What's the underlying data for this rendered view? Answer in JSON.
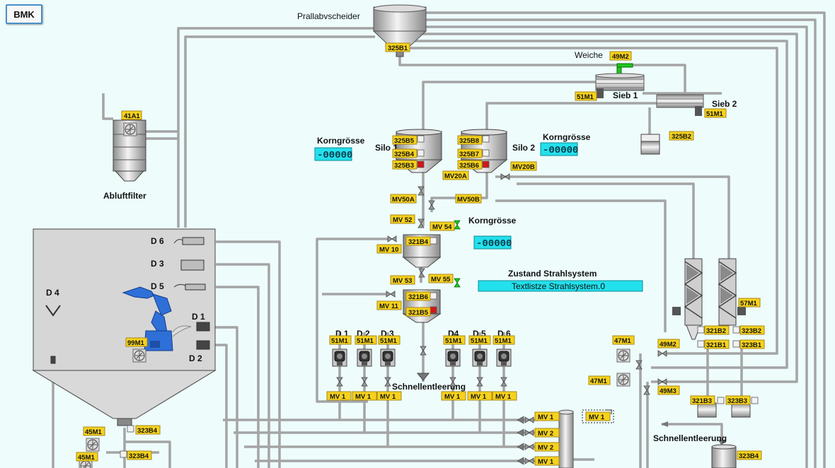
{
  "header": {
    "button": "BMK"
  },
  "labels": {
    "prallabscheider": "Prallabvscheider",
    "weiche": "Weiche",
    "sieb1": "Sieb 1",
    "sieb2": "Sieb 2",
    "silo1": "Silo 1",
    "silo2": "Silo 2",
    "abluftfilter": "Abluftfilter",
    "korngroesse1": "Korngrösse",
    "korngroesse2": "Korngrösse",
    "korngroesse3": "Korngrösse",
    "zustand": "Zustand Strahlsystem",
    "schnell1": "Schnellentleerung",
    "schnell2": "Schnellentleerung",
    "d6": "D 6",
    "d3": "D 3",
    "d5": "D 5",
    "d1": "D 1",
    "d2": "D 2",
    "d4": "D 4",
    "top_d1": "D 1",
    "top_d2": "D 2",
    "top_d3": "D 3",
    "top_d4": "D4",
    "top_d5": "D 5",
    "top_d6": "D 6"
  },
  "displays": {
    "korn1": "-00000",
    "korn2": "-00000",
    "korn3": "-00000",
    "textliste": "Textlistze Strahlsystem.0"
  },
  "tags": {
    "t325B1": "325B1",
    "t49M2": "49M2",
    "t51M1a": "51M1",
    "t51M1b": "51M1",
    "t325B2": "325B2",
    "t41A1": "41A1",
    "t325B5": "325B5",
    "t325B4": "325B4",
    "t325B3": "325B3",
    "t325B8": "325B8",
    "t325B7": "325B7",
    "t325B6": "325B6",
    "tMV20A": "MV20A",
    "tMV20B": "MV20B",
    "tMV50A": "MV50A",
    "tMV50B": "MV50B",
    "tMV52": "MV 52",
    "tMV54": "MV 54",
    "t321B4": "321B4",
    "tMV10": "MV 10",
    "tMV53": "MV 53",
    "tMV55": "MV 55",
    "t321B6": "321B6",
    "t321B5": "321B5",
    "tMV11": "MV 11",
    "m1": "51M1",
    "m2": "51M1",
    "m3": "51M1",
    "m4": "51M1",
    "m5": "51M1",
    "m6": "51M1",
    "v1": "MV 1",
    "v2": "MV 1",
    "v3": "MV 1",
    "v4": "MV 1",
    "v5": "MV 1",
    "v6": "MV 1",
    "r1": "MV 1",
    "r2": "MV 2",
    "r3": "MV 2",
    "r4": "MV 1",
    "sel": "MV 1",
    "t99M1": "99M1",
    "t45M1a": "45M1",
    "t45M1b": "45M1",
    "t323B4a": "323B4",
    "t323B4b": "323B4",
    "t57M1": "57M1",
    "t47M1a": "47M1",
    "t47M1b": "47M1",
    "t49M2b": "49M2",
    "t49M3": "49M3",
    "t321B2": "321B2",
    "t321B1": "321B1",
    "t323B2": "323B2",
    "t323B1": "323B1",
    "t321B3": "321B3",
    "t323B3": "323B3",
    "t323B4c": "323B4"
  },
  "colors": {
    "background": "#eefcfc",
    "pipe": "#9c9c9c",
    "tag": "#f6d21c",
    "display": "#22e0ec",
    "alarm": "#d01818",
    "valve_open": "#1ec81e"
  }
}
